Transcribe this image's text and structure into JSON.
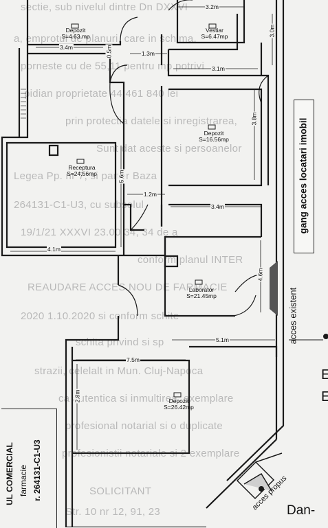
{
  "background_text": [
    "sectie, sub nivelul dintre Dn DXXVI",
    "a, emprotul de planuri, care in schima,",
    "porneste cu de 55,11 pentru mp potrivi",
    "pidian proprietate 44 461 840 lei",
    "prin protectia datele si inregistrarea,",
    "Sunt dat aceste si persoanelor",
    "Legea Pp. nr 7, si parter Baza",
    "  264131-C1-U3, cu subsolul",
    "19/1/21 XXXVI 23.00 34, 34 de a",
    "conform planul INTER",
    "REAUDARE ACCES NOU DE FARMACIE",
    "2020 1.10.2020 si conform schite",
    "schita privind si sp",
    "strazii, celelalt in Mun. Cluj-Napoca",
    "ca autentica si inmultirea, exemplare",
    "profesional notarial si o duplicate",
    "profesionistii notariale si 2 exemplare",
    "SOLICITANT",
    "Str. 10 nr 12, 91, 23"
  ],
  "rooms": {
    "depozit_1": {
      "name": "Depozit",
      "area": "S=4.63 mp"
    },
    "vestiar": {
      "name": "Vestiar",
      "area": "S=6.47mp"
    },
    "depozit_2": {
      "name": "Depozit",
      "area": "S=16.56mp"
    },
    "receptura": {
      "name": "Receptura",
      "area": "S=24.56mp"
    },
    "laborator": {
      "name": "Laborator",
      "area": "S=21.45mp"
    },
    "depozit_3": {
      "name": "Depozit",
      "area": "S=26.42mp"
    }
  },
  "dimensions": {
    "d_3_2": "3.2m",
    "d_3_4a": "3.4m",
    "d_0_5": "0.5m",
    "d_3_0": "3.0m",
    "d_1_3": "1.3m",
    "d_3_1": "3.1m",
    "d_3_8": "3.8m",
    "d_5_6": "5.6m",
    "d_1_2": "1.2m",
    "d_3_4b": "3.4m",
    "d_4_1": "4.1m",
    "d_4_6": "4.6m",
    "d_5_1": "5.1m",
    "d_7_5": "7.5m",
    "d_2_8": "2.8m"
  },
  "labels": {
    "gang": "gang acces locatari imobil",
    "acces_existent": "acces existent",
    "acces_propus": "acces propus",
    "dan": "Dan-",
    "e1": "E",
    "e2": "E"
  },
  "title_block": {
    "line1": "UL COMERCIAL",
    "line2": "farmacie",
    "line3": "r. 264131-C1-U3"
  },
  "colors": {
    "wall": "#1a1a1a",
    "paper": "#f2f2f0",
    "faded_text": "#b9b9b9",
    "access_arrow": "#555555"
  }
}
